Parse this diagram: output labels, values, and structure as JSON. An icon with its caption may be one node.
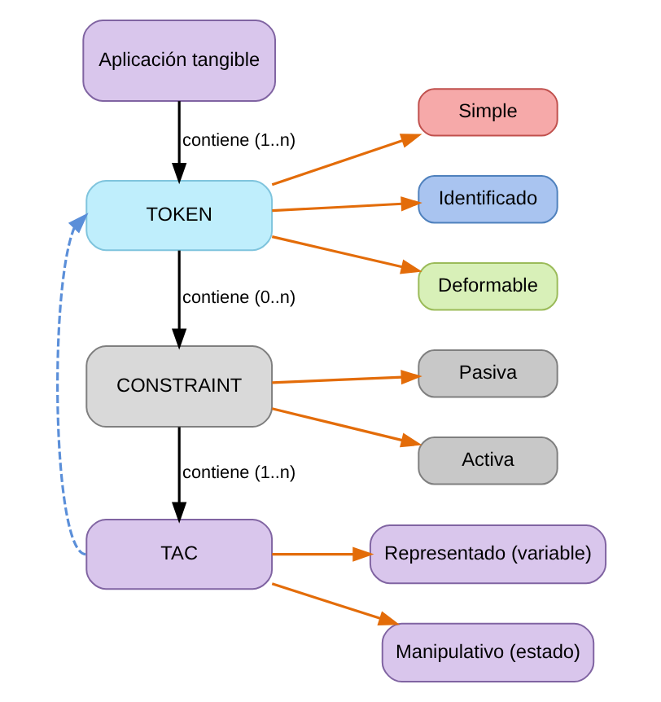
{
  "diagram": {
    "nodes": [
      {
        "text": [
          "Aplicación tangible"
        ]
      },
      {
        "text": [
          "TOKEN"
        ]
      },
      {
        "text": [
          "Simple"
        ]
      },
      {
        "text": [
          "Identificado"
        ]
      },
      {
        "text": [
          "Deformable"
        ]
      },
      {
        "text": [
          "CONSTRAINT"
        ]
      },
      {
        "text": [
          "Pasiva"
        ]
      },
      {
        "text": [
          "Activa"
        ]
      },
      {
        "text": [
          "TAC"
        ]
      },
      {
        "text": [
          "Representado (variable)"
        ]
      },
      {
        "text": [
          "Manipulativo (estado)"
        ]
      }
    ],
    "edges": [
      {
        "from": 0,
        "to": 1,
        "arrow": "to",
        "label": "contiene (1..n)",
        "color": "#000000"
      },
      {
        "from": 1,
        "to": 2,
        "arrow": "to"
      },
      {
        "from": 1,
        "to": 3,
        "arrow": "to"
      },
      {
        "from": 1,
        "to": 4,
        "arrow": "to"
      },
      {
        "from": 1,
        "to": 5,
        "arrow": "to",
        "label": "contiene (0..n)",
        "color": "#000000"
      },
      {
        "from": 5,
        "to": 6,
        "arrow": "to"
      },
      {
        "from": 5,
        "to": 7,
        "arrow": "to"
      },
      {
        "from": 5,
        "to": 8,
        "arrow": "to",
        "label": "contiene (1..n)",
        "color": "#000000"
      },
      {
        "from": 8,
        "to": 9,
        "arrow": "to"
      },
      {
        "from": 8,
        "to": 10,
        "arrow": "to"
      },
      {
        "from": 8,
        "to": 1,
        "arrow": "to",
        "style": "dashed",
        "color": "#5b8fd9"
      }
    ]
  }
}
